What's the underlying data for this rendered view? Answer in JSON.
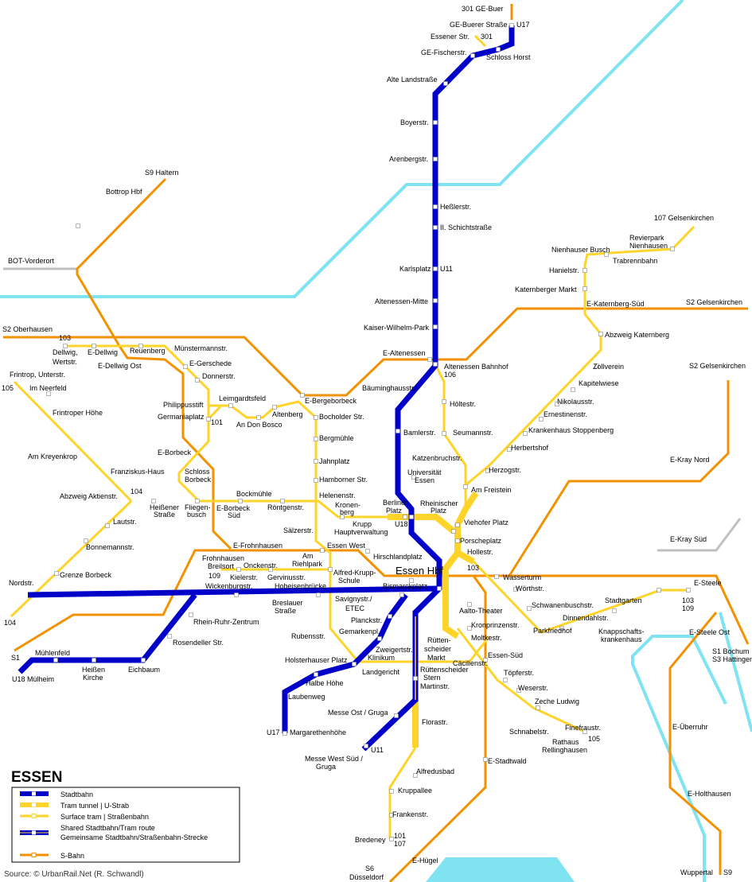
{
  "title": "ESSEN",
  "colors": {
    "stadtbahn": "#0000c8",
    "tram": "#ffd42a",
    "sbahn": "#f39200",
    "river": "#7fe3f2",
    "other_rail": "#c0c0c0"
  },
  "legend": {
    "items": [
      {
        "label": "Stadtbahn"
      },
      {
        "label": "Tram tunnel | U-Strab"
      },
      {
        "label": "Surface tram | Straßenbahn"
      },
      {
        "label": "Shared Stadtbahn/Tram route"
      },
      {
        "label": "Gemeinsame Stadtbahn/Straßenbahn-Strecke"
      },
      {
        "label": "S-Bahn"
      }
    ]
  },
  "source": "Source: © UrbanRail.Net (R. Schwandl)",
  "hbf": "Essen Hbf",
  "stations": [
    "301  GE-Buer",
    "GE-Buerer Straße",
    "U17",
    "Essener Str.",
    "301",
    "GE-Fischerstr.",
    "Schloss Horst",
    "Alte Landstraße",
    "Boyerstr.",
    "Arenbergstr.",
    "Heßlerstr.",
    "II. Schichtstraße",
    "Karlsplatz",
    "U11",
    "Altenessen-Mitte",
    "Kaiser-Wilhelm-Park",
    "E-Altenessen",
    "Altenessen Bahnhof",
    "106",
    "Bäuminghausstr.",
    "Höltestr.",
    "Bamlerstr.",
    "Seumannstr.",
    "Katzenbruchstr.",
    "Universität",
    "Essen",
    "Am Freistein",
    "Berliner",
    "Platz",
    "Rheinischer",
    "Platz",
    "Viehofer Platz",
    "U18",
    "Porscheplatz",
    "Hollestr.",
    "Hirschlandplatz",
    "103",
    "Bismarckplatz",
    "Aalto-Theater",
    "Kronprinzenstr.",
    "Moltkestr.",
    "Essen-Süd",
    "Rütten-",
    "scheider",
    "Markt",
    "Cäcilienstr.",
    "Rüttenscheider",
    "Stern",
    "Martinstr.",
    "Töpferstr.",
    "Weserstr.",
    "Zeche Ludwig",
    "Schnabelstr.",
    "Finefraustr.",
    "105",
    "Rathaus",
    "Rellinghausen",
    "Florastr.",
    "Messe Ost / Gruga",
    "U11",
    "Messe West Süd /",
    "Gruga",
    "E-Stadtwald",
    "Alfredusbad",
    "Kruppallee",
    "Frankenstr.",
    "Bredeney",
    "101",
    "107",
    "E-Hügel",
    "S6",
    "Düsseldorf",
    "Wuppertal",
    "S9",
    "E-Holthausen",
    "E-Überruhr",
    "E-Steele Ost",
    "S1 Bochum",
    "S3 Hattingen",
    "E-Steele",
    "103",
    "109",
    "Stadtgarten",
    "Dinnendahlstr.",
    "Parkfriedhof",
    "Knappschafts-",
    "krankenhaus",
    "Schwanenbuschstr.",
    "Wörthstr.",
    "Wasserturm",
    "E-Kray Süd",
    "E-Kray Nord",
    "S2  Gelsenkirchen",
    "S2  Gelsenkirchen",
    "E-Katernberg-Süd",
    "Katernberger Markt",
    "Hanielstr.",
    "Nienhauser Busch",
    "Trabrennbahn",
    "Revierpark",
    "Nienhausen",
    "107  Gelsenkirchen",
    "Abzweig Katernberg",
    "Zollverein",
    "Kapitelwiese",
    "Nikolausstr.",
    "Ernestinenstr.",
    "Krankenhaus Stoppenberg",
    "Herbertshof",
    "Herzogstr.",
    "S9  Haltern",
    "Bottrop Hbf",
    "BOT-Vorderort",
    "S2  Oberhausen",
    "103",
    "Dellwig,",
    "Wertstr.",
    "E-Dellwig",
    "Reuenberg",
    "Münstermannstr.",
    "E-Dellwig Ost",
    "E-Gerschede",
    "Donnerstr.",
    "Frintrop, Unterstr.",
    "105",
    "Im Neerfeld",
    "Frintroper Höhe",
    "Leimgardtsfeld",
    "Philippusstift",
    "Germaniaplatz",
    "101",
    "An Don Bosco",
    "Altenberg",
    "E-Bergeborbeck",
    "Bocholder Str.",
    "Bergmühle",
    "Jahnplatz",
    "Hamborner Str.",
    "Am Kreyenkrop",
    "E-Borbeck",
    "Schloss",
    "Borbeck",
    "Franziskus-Haus",
    "104",
    "Abzweig Aktienstr.",
    "Bockmühle",
    "Helenenstr.",
    "Kronen-",
    "berg",
    "Heißener",
    "Straße",
    "Fliegen-",
    "busch",
    "E-Borbeck",
    "Süd",
    "Röntgenstr.",
    "Krupp",
    "Hauptverwaltung",
    "Lautstr.",
    "Sälzerstr.",
    "E-Frohnhausen",
    "Essen West",
    "Bonnemannstr.",
    "Frohnhausen",
    "Breilsort",
    "Am",
    "Riehlpark",
    "Alfred-Krupp-",
    "Schule",
    "109",
    "Onckenstr.",
    "Kielerstr.",
    "Gervinusstr.",
    "Grenze Borbeck",
    "Nordstr.",
    "Wickenburgstr.",
    "Hobeisenbrücke",
    "Breslauer",
    "Straße",
    "Savignystr./",
    "ETEC",
    "Planckstr.",
    "Rhein-Ruhr-Zentrum",
    "104",
    "Gemarkenpl.",
    "Rubensstr.",
    "Rosendeller Str.",
    "Zweigertstr.",
    "Klinikum",
    "Holsterhauser Platz",
    "Landgericht",
    "Mühlenfeld",
    "S1",
    "Heißen",
    "Kirche",
    "Eichbaum",
    "U18  Mülheim",
    "Halbe Höhe",
    "Laubenweg",
    "U17",
    "Margarethenhöhe"
  ]
}
